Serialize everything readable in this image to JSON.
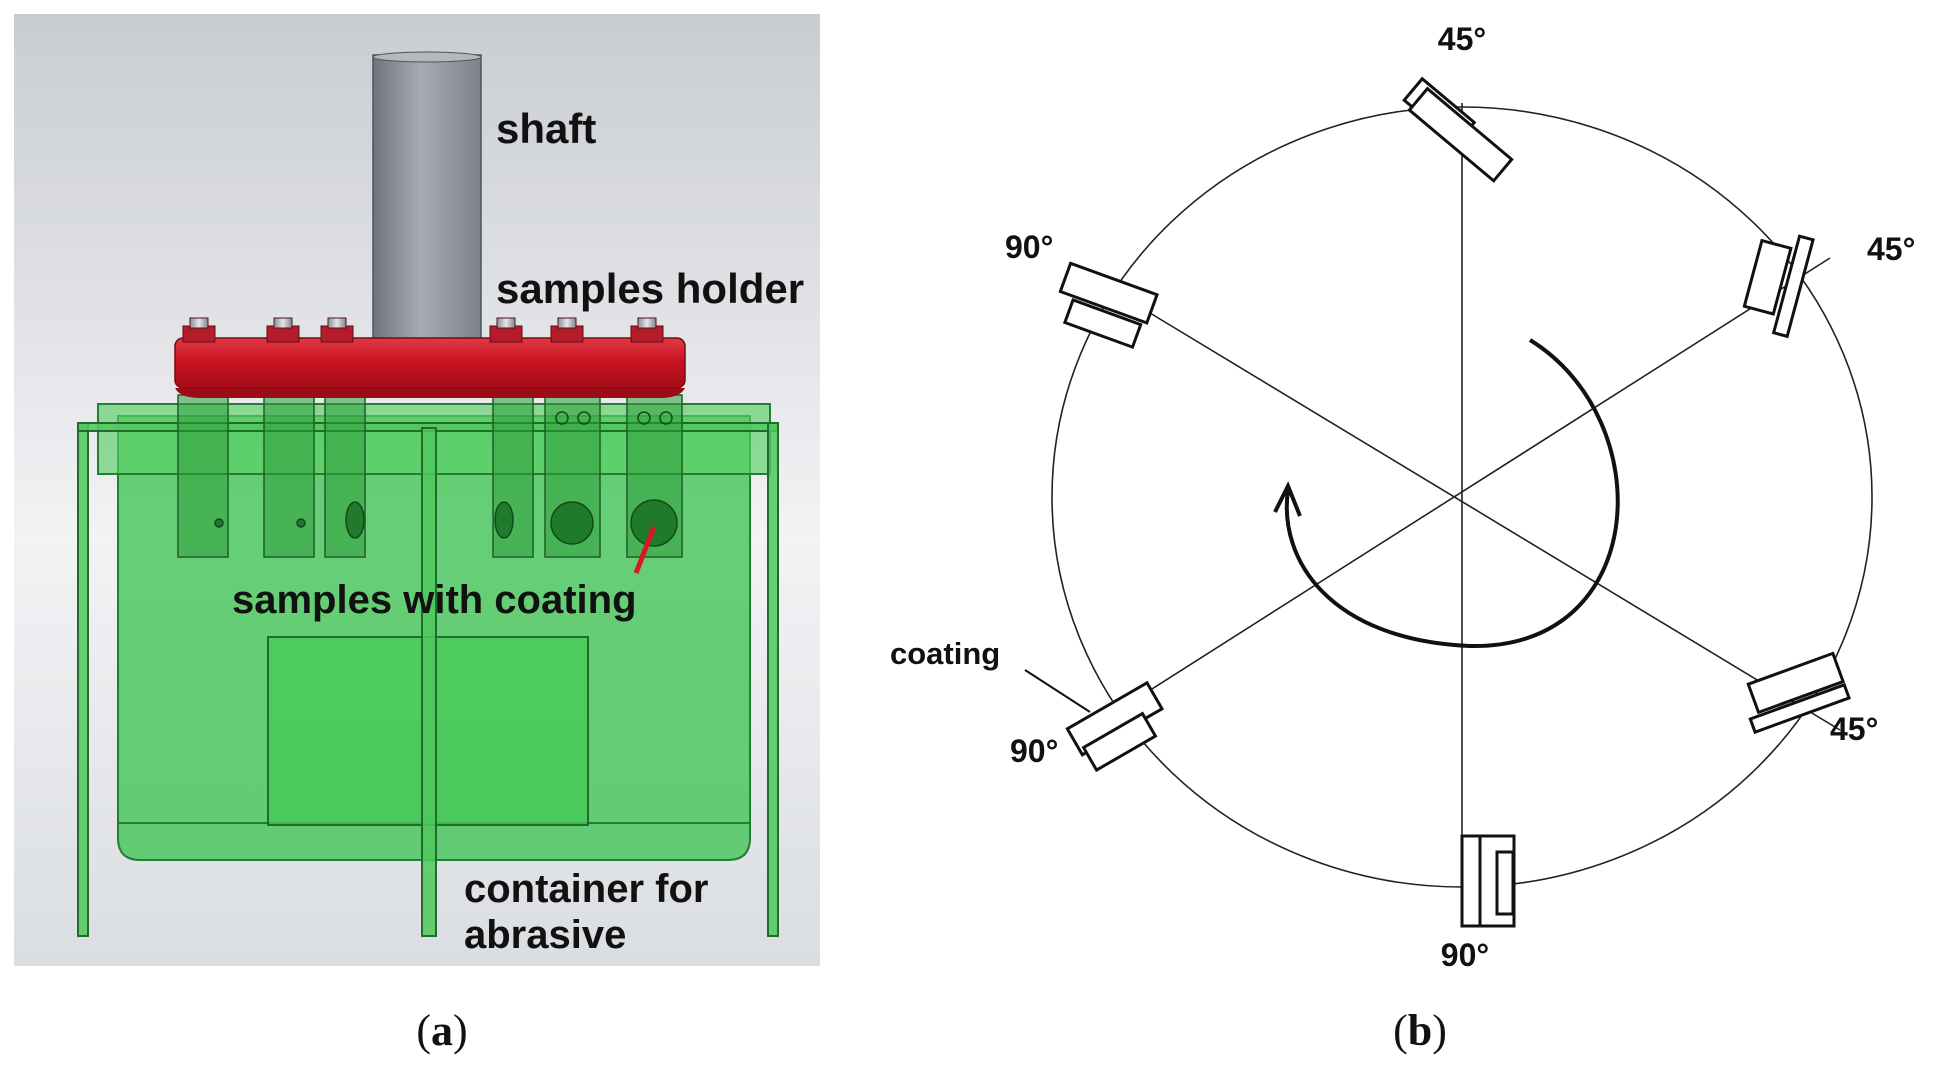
{
  "panel_a": {
    "labels": {
      "shaft": "shaft",
      "samples_holder": "samples holder",
      "samples_with_coating": "samples with coating",
      "container_line1": "container for",
      "container_line2": "abrasive"
    },
    "caption_letter": "a"
  },
  "panel_b": {
    "angle_top": "45°",
    "angle_upper_right": "45°",
    "angle_lower_right": "45°",
    "angle_bottom": "90°",
    "angle_lower_left": "90°",
    "angle_upper_left": "90°",
    "coating_label": "coating",
    "caption_letter": "b"
  },
  "caption_paren_open": "(",
  "caption_paren_close": ")",
  "colors": {
    "container_green": "#33c24a",
    "holder_red": "#d7182a",
    "shaft_gray": "#8e949e",
    "background_gray": "#e3e5e8"
  }
}
